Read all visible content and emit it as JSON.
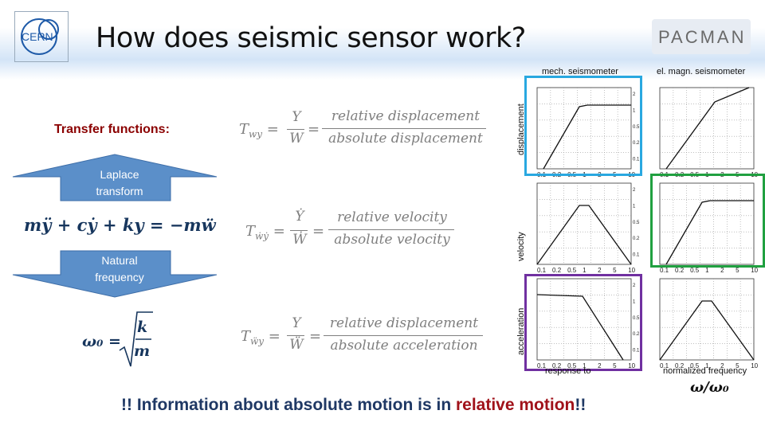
{
  "title": "How does seismic sensor work?",
  "logos": {
    "left": "CERN",
    "right": "PACMAN"
  },
  "transfer_label": "Transfer functions:",
  "arrow1": [
    "Laplace",
    "transform"
  ],
  "arrow2": [
    "Natural",
    "frequency"
  ],
  "eq_motion": "mÿ + cẏ + ky = −mẅ",
  "omega": {
    "lhs": "ω₀ =",
    "num": "k",
    "den": "m"
  },
  "tf1": {
    "lhs": "T",
    "sub": "wy",
    "mid_num": "Y",
    "mid_den": "W",
    "num": "relative displacement",
    "den": "absolute displacement"
  },
  "tf2": {
    "lhs": "T",
    "sub": "ẇẏ",
    "mid_num": "Ẏ",
    "mid_den": "Ẇ",
    "num": "relative velocity",
    "den": "absolute velocity"
  },
  "tf3": {
    "lhs": "T",
    "sub": "ẅy",
    "mid_num": "Y",
    "mid_den": "Ẅ",
    "num": "relative displacement",
    "den": "absolute acceleration"
  },
  "plots": {
    "col1_title": "mech. seismometer",
    "col2_title": "el. magn. seismometer",
    "row_labels": [
      "displacement",
      "velocity",
      "acceleration"
    ],
    "x_ticks": [
      "0.1",
      "0.2",
      "0.5",
      "1",
      "2",
      "5",
      "10"
    ],
    "y_ticks": [
      "2",
      "1",
      "0.5",
      "0.2",
      "0.1"
    ],
    "bottom_left": "response to",
    "bottom_right": "normalized frequency",
    "omega_ratio": "ω/ω₀"
  },
  "bottom": {
    "part1": "!! Information about absolute motion is in ",
    "part2": "relative motion",
    "part3": "!!"
  },
  "colors": {
    "frame_cyan": "#29a8e0",
    "frame_green": "#20a040",
    "frame_purple": "#7030a0",
    "arrow": "#5b8fc9",
    "red": "#a0121a",
    "navy": "#17365d"
  }
}
